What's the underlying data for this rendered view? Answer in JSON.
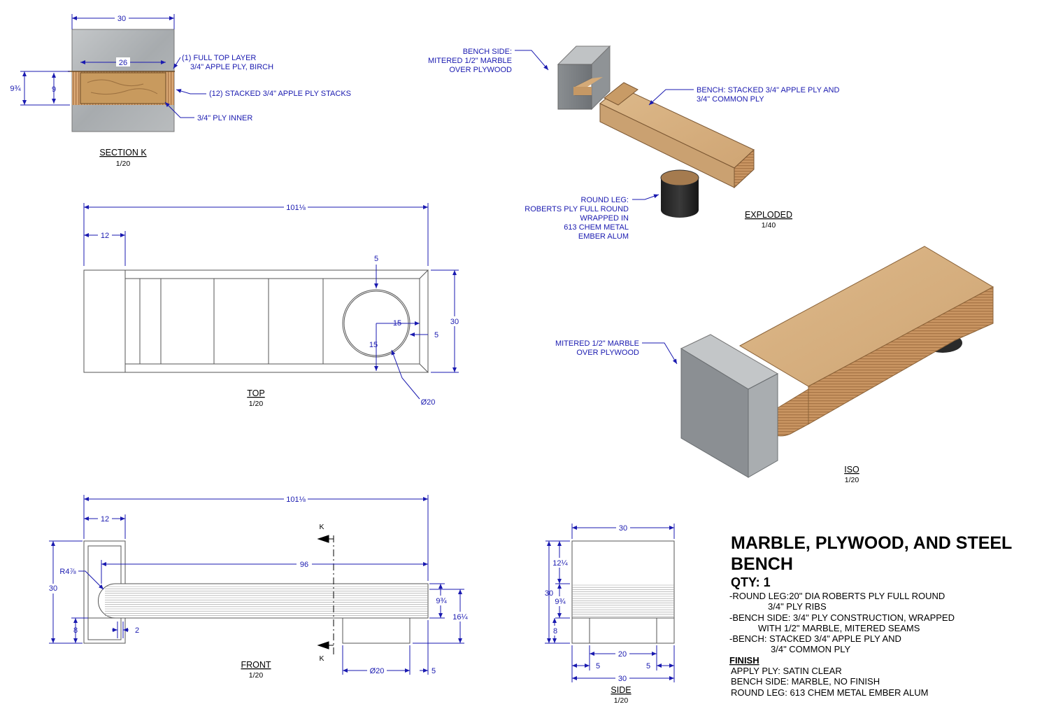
{
  "title": {
    "line1": "MARBLE, PLYWOOD, AND STEEL",
    "line2": "BENCH",
    "qty": "QTY: 1"
  },
  "specs": [
    "-ROUND LEG:20\" DIA ROBERTS PLY FULL ROUND",
    "3/4\" PLY RIBS",
    "-BENCH SIDE: 3/4\" PLY CONSTRUCTION, WRAPPED",
    "WITH 1/2\" MARBLE, MITERED SEAMS",
    "-BENCH: STACKED 3/4\" APPLE PLY AND",
    "3/4\" COMMON PLY"
  ],
  "finish": {
    "heading": "FINISH",
    "items": [
      "APPLY PLY: SATIN CLEAR",
      "BENCH SIDE: MARBLE, NO FINISH",
      "ROUND LEG: 613 CHEM METAL EMBER ALUM"
    ]
  },
  "views": {
    "section": {
      "label": "SECTION K",
      "scale": "1/20"
    },
    "top": {
      "label": "TOP",
      "scale": "1/20"
    },
    "front": {
      "label": "FRONT",
      "scale": "1/20"
    },
    "side": {
      "label": "SIDE",
      "scale": "1/20"
    },
    "exploded": {
      "label": "EXPLODED",
      "scale": "1/40"
    },
    "iso": {
      "label": "ISO",
      "scale": "1/20"
    }
  },
  "section_notes": {
    "top_layer_1": "(1) FULL TOP LAYER",
    "top_layer_2": "3/4\" APPLE PLY, BIRCH",
    "stacks": "(12) STACKED 3/4\" APPLE PLY STACKS",
    "inner": "3/4\" PLY INNER"
  },
  "exploded_notes": {
    "side_1": "BENCH SIDE:",
    "side_2": "MITERED 1/2\" MARBLE",
    "side_3": "OVER PLYWOOD",
    "bench_1": "BENCH: STACKED 3/4\" APPLE PLY AND",
    "bench_2": "3/4\" COMMON PLY",
    "leg_1": "ROUND LEG:",
    "leg_2": "ROBERTS PLY FULL ROUND",
    "leg_3": "WRAPPED IN",
    "leg_4": "613 CHEM METAL",
    "leg_5": "EMBER ALUM"
  },
  "iso_notes": {
    "line1": "MITERED 1/2\" MARBLE",
    "line2": "OVER PLYWOOD"
  },
  "dims": {
    "sec_width": "30",
    "sec_inner": "26",
    "sec_h_outer": "9¾",
    "sec_h_inner": "9",
    "top_overall": "101⅛",
    "top_end": "12",
    "top_depth": "30",
    "top_leg_off": "5",
    "top_leg_x": "15",
    "top_leg_y": "15",
    "top_leg_edge": "5",
    "top_leg_dia": "Ø20",
    "front_overall": "101⅛",
    "front_end": "12",
    "front_span": "96",
    "front_radius": "R4⅞",
    "front_height": "30",
    "front_leg_h": "8",
    "front_gap": "2",
    "front_bench_h": "9¾",
    "front_top_h": "16¼",
    "front_leg_dia": "Ø20",
    "front_leg_off": "5",
    "section_mark": "K",
    "side_width": "30",
    "side_top": "12¼",
    "side_mid": "9¾",
    "side_total": "30",
    "side_leg": "8",
    "side_leg_w": "20",
    "side_off_l": "5",
    "side_off_r": "5",
    "side_bottom": "30"
  },
  "colors": {
    "dimension": "#1a1ab0",
    "ply": "#d9b07c",
    "marble": "#a9adb0",
    "steel": "#2a2a2a"
  }
}
